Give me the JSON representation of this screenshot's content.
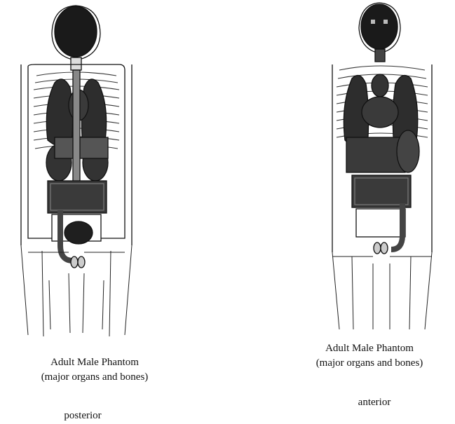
{
  "panels": [
    {
      "title_line1": "Adult Male Phantom",
      "title_line2": "(major organs and bones)",
      "view": "posterior"
    },
    {
      "title_line1": "Adult Male Phantom",
      "title_line2": "(major organs and bones)",
      "view": "anterior"
    }
  ],
  "colors": {
    "organ_dark": "#2a2a2a",
    "organ_mid": "#555555",
    "bone_light": "#cfcfcf",
    "outline": "#111111"
  }
}
